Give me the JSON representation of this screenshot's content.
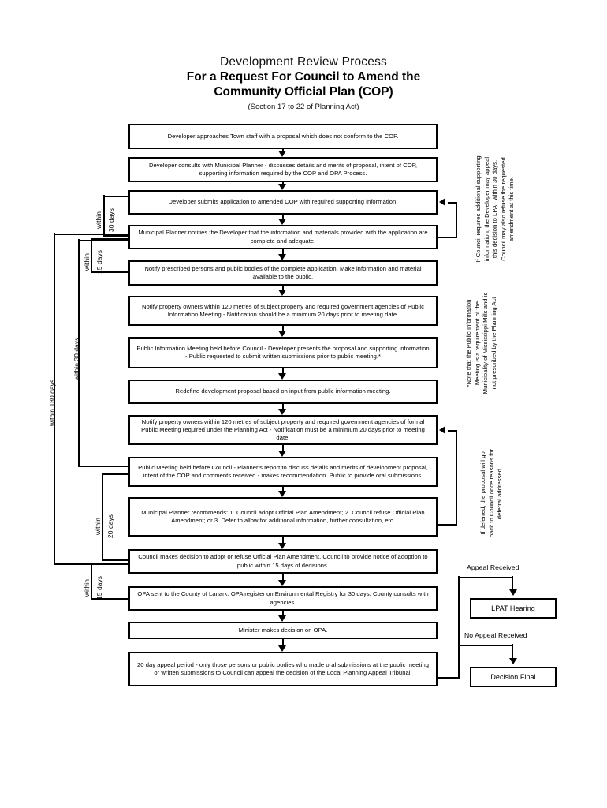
{
  "title": {
    "line1": "Development Review Process",
    "line2": "For a Request For Council to Amend the",
    "line3": "Community Official Plan (COP)",
    "line4": "(Section 17 to 22 of Planning Act)"
  },
  "flow": {
    "steps": [
      {
        "id": "step-1",
        "text": "Developer approaches Town staff with a proposal which does not conform to the COP."
      },
      {
        "id": "step-2",
        "text": "Developer consults with Municipal Planner - discusses details and merits of proposal, intent of COP, supporting information required by the COP and OPA Process."
      },
      {
        "id": "step-3",
        "text": "Developer submits application to amended COP with required supporting information."
      },
      {
        "id": "step-4",
        "text": "Municipal Planner notifies the Developer that the information and materials provided with the application are complete and adequate."
      },
      {
        "id": "step-5",
        "text": "Notify prescribed persons and public bodies of the complete application. Make information and material available to the public."
      },
      {
        "id": "step-6",
        "text": "Notify property owners within 120 metres of subject property and required government agencies of Public Information Meeting - Notification should be a minimum 20 days prior to meeting date."
      },
      {
        "id": "step-7",
        "text": "Public Information Meeting held before Council - Developer presents the proposal and supporting information - Public requested to submit written submissions prior to public meeting.*"
      },
      {
        "id": "step-8",
        "text": "Redefine development proposal based on input from public information meeting."
      },
      {
        "id": "step-9",
        "text": "Notify property owners within 120 metres of subject property and required government agencies of formal Public Meeting required under the Planning Act - Notification must be a minimum 20 days prior to meeting date."
      },
      {
        "id": "step-10",
        "text": "Public Meeting held before Council - Planner's report to discuss details and merits of development proposal, intent of the COP and comments received - makes recommendation. Public to provide oral submissions."
      },
      {
        "id": "step-11",
        "text": "Municipal Planner recommends: 1. Council adopt Official Plan Amendment; 2. Council refuse Official Plan Amendment; or 3. Defer to allow for additional information, further consultation, etc."
      },
      {
        "id": "step-12",
        "text": "Council makes decision to adopt or refuse Official Plan Amendment. Council to provide notice of adoption to public within 15 days of decisions."
      },
      {
        "id": "step-13",
        "text": "OPA sent to the County of Lanark. OPA register on Environmental Registry for 30 days. County consults with agencies."
      },
      {
        "id": "step-14",
        "text": "Minister makes decision on OPA."
      },
      {
        "id": "step-15",
        "text": "20 day appeal period - only those persons or public bodies who made oral submissions at the public meeting or written submissions to Council can appeal the decision of the Local Planning Appeal Tribunal."
      }
    ],
    "outcomes": [
      {
        "id": "lpat-hearing",
        "label": "LPAT Hearing"
      },
      {
        "id": "decision-final",
        "label": "Decision Final"
      }
    ],
    "branch_labels": {
      "appeal_received": "Appeal Received",
      "no_appeal_received": "No Appeal Received"
    }
  },
  "timing_labels": {
    "within": "within",
    "days_30": "30 days",
    "days_15_a": "15 days",
    "days_20": "20 days",
    "days_15_b": "15 days",
    "within_180_days": "within 180 days",
    "within_30_days": "within 30 days"
  },
  "notes": {
    "council_additional_info": "If Council requires additional supporting information, the Developer may appeal this decision to LPAT within 30 days. Council may also refuse the requested amendment at this time.",
    "public_info_meeting": "*Note that the Public Information Meeting is a requirement of the Municipality of Mississippi Mills and is not prescribed by the Planning Act",
    "deferral": "If deferred, the proposal will go back to Council once reasons for deferral addressed."
  },
  "colors": {
    "stroke": "#000000",
    "background": "#ffffff"
  }
}
